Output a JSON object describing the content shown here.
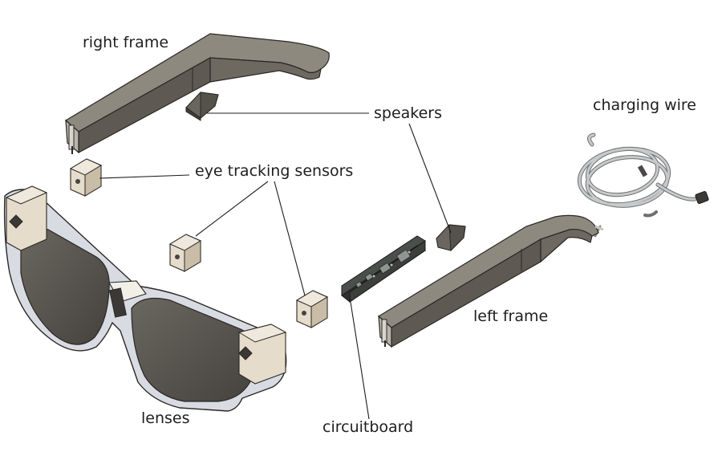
{
  "diagram": {
    "labels": {
      "right_frame": "right frame",
      "speakers": "speakers",
      "charging_wire": "charging wire",
      "eye_tracking_sensors": "eye tracking sensors",
      "left_frame": "left frame",
      "lenses": "lenses",
      "circuitboard": "circuitboard"
    },
    "colors": {
      "frame_top": "#8a857c",
      "frame_side": "#5d5952",
      "frame_edge": "#2a2825",
      "lens": "#55524c",
      "glass_frame": "#d6d8e0",
      "sensor_light": "#e6dccb",
      "sensor_dark": "#bfb39e",
      "board": "#3a3d3a",
      "wire": "#b9bcbc",
      "leader": "#1e1e1e"
    }
  }
}
